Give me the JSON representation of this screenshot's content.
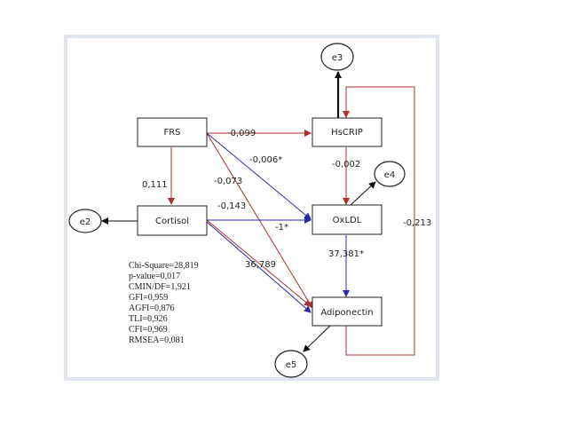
{
  "variables": {
    "frs": "FRS",
    "hscrip": "HsCRIP",
    "cortisol": "Cortisol",
    "oxldl": "OxLDL",
    "adiponectin": "Adiponectin"
  },
  "errors": {
    "e2": "e2",
    "e3": "e3",
    "e4": "e4",
    "e5": "e5"
  },
  "paths": {
    "frs_hscrip": "-0,099",
    "frs_oxldl": "-0,006*",
    "frs_adiponectin": "-0,073",
    "frs_cortisol": "0,111",
    "cortisol_oxldl": "-0,143",
    "cortisol_adiponectin_a": "-1*",
    "cortisol_adiponectin_b": "36,789",
    "hscrip_oxldl": "-0,002",
    "oxldl_adiponectin": "37,381*",
    "adiponectin_hscrip": "-0,213"
  },
  "fit_stats": [
    "Chi-Square=28,819",
    "p-value=0,017",
    "CMIN/DF=1,921",
    "GFI=0,959",
    "AGFI=0,876",
    "TLI=0,926",
    "CFI=0,969",
    "RMSEA=0,081"
  ],
  "colors": {
    "red_path": "#a8312c",
    "blue_path": "#2a2aa8",
    "black_path": "#111111"
  }
}
